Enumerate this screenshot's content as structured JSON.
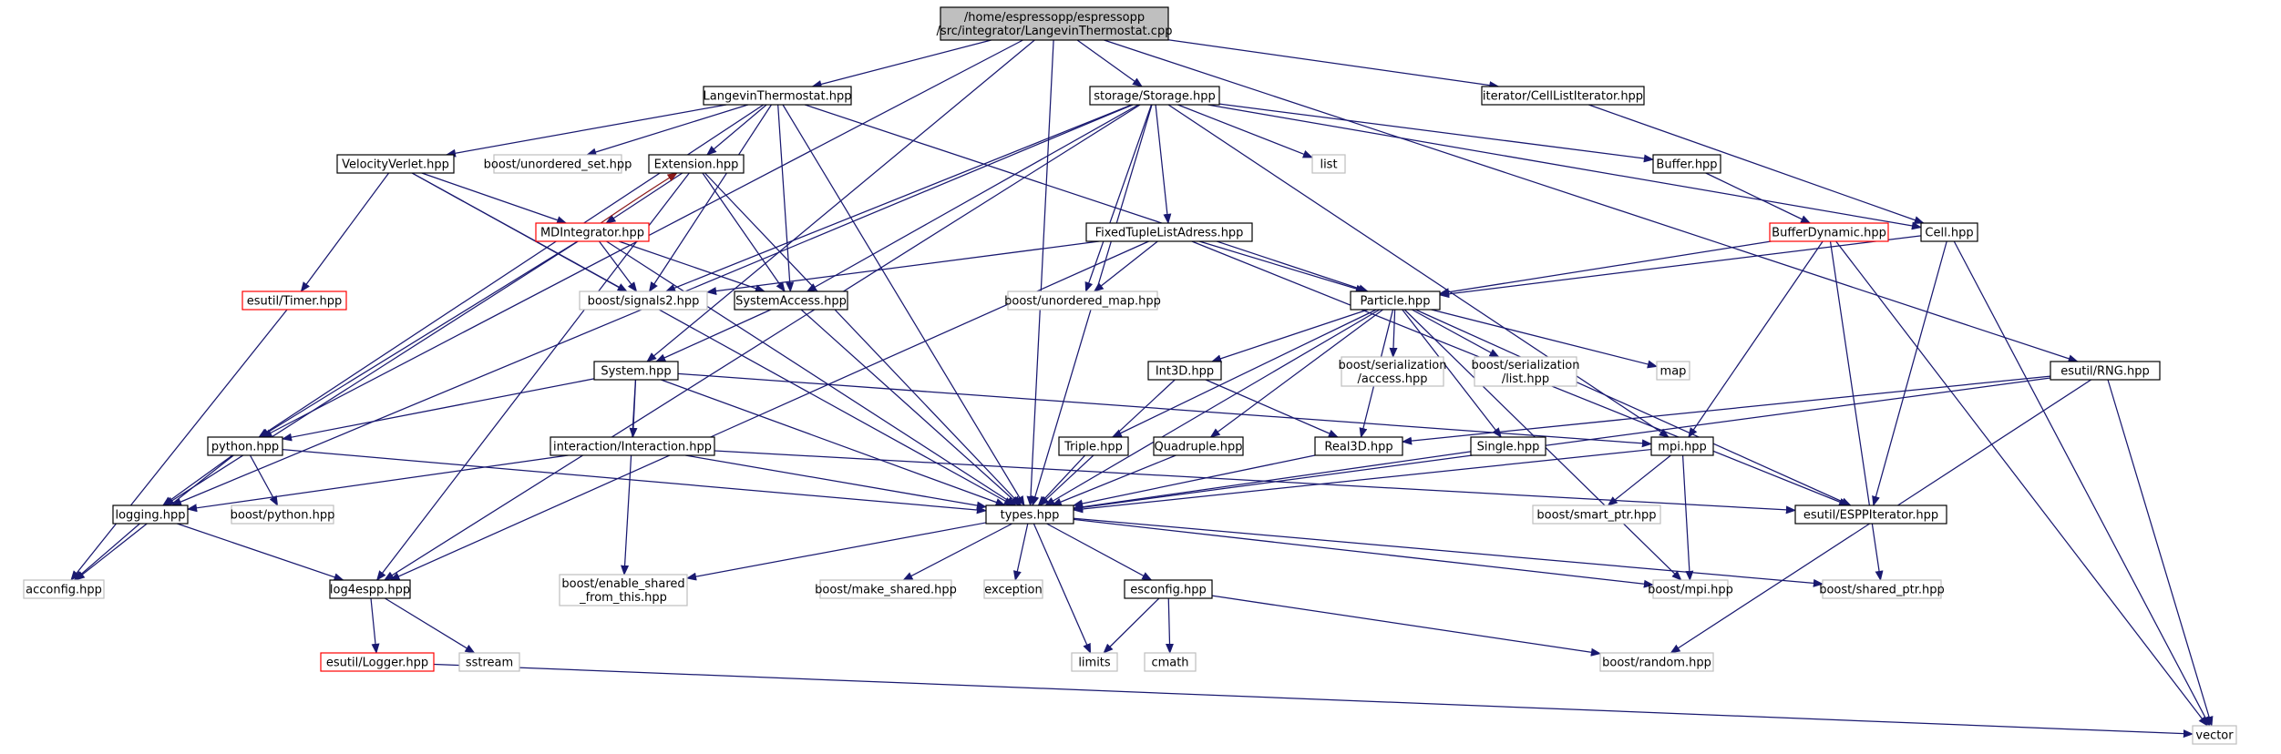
{
  "graph": {
    "root_file": "/home/espressopp/espressopp/src/integrator/LangevinThermostat.cpp",
    "colors": {
      "edge": "#191970",
      "edge_back": "#8b1a1a",
      "node_border_normal": "#000000",
      "node_border_truncated": "#ff0000",
      "node_border_external": "#bfbfbf",
      "root_fill": "#bfbfbf"
    },
    "nodes": {
      "root": {
        "lines": [
          "/home/espressopp/espressopp",
          "/src/integrator/LangevinThermostat.cpp"
        ],
        "kind": "root"
      },
      "lt": {
        "lines": [
          "LangevinThermostat.hpp"
        ],
        "kind": "normal"
      },
      "storage": {
        "lines": [
          "storage/Storage.hpp"
        ],
        "kind": "normal"
      },
      "clit": {
        "lines": [
          "iterator/CellListIterator.hpp"
        ],
        "kind": "normal"
      },
      "vv": {
        "lines": [
          "VelocityVerlet.hpp"
        ],
        "kind": "normal"
      },
      "bus": {
        "lines": [
          "boost/unordered_set.hpp"
        ],
        "kind": "external"
      },
      "ext": {
        "lines": [
          "Extension.hpp"
        ],
        "kind": "normal"
      },
      "list": {
        "lines": [
          "list"
        ],
        "kind": "external"
      },
      "buffer": {
        "lines": [
          "Buffer.hpp"
        ],
        "kind": "normal"
      },
      "md": {
        "lines": [
          "MDIntegrator.hpp"
        ],
        "kind": "truncated"
      },
      "ftla": {
        "lines": [
          "FixedTupleListAdress.hpp"
        ],
        "kind": "normal"
      },
      "bufdyn": {
        "lines": [
          "BufferDynamic.hpp"
        ],
        "kind": "truncated"
      },
      "cell": {
        "lines": [
          "Cell.hpp"
        ],
        "kind": "normal"
      },
      "timer": {
        "lines": [
          "esutil/Timer.hpp"
        ],
        "kind": "truncated"
      },
      "sig": {
        "lines": [
          "boost/signals2.hpp"
        ],
        "kind": "external"
      },
      "sa": {
        "lines": [
          "SystemAccess.hpp"
        ],
        "kind": "normal"
      },
      "bum": {
        "lines": [
          "boost/unordered_map.hpp"
        ],
        "kind": "external"
      },
      "particle": {
        "lines": [
          "Particle.hpp"
        ],
        "kind": "normal"
      },
      "system": {
        "lines": [
          "System.hpp"
        ],
        "kind": "normal"
      },
      "int3d": {
        "lines": [
          "Int3D.hpp"
        ],
        "kind": "normal"
      },
      "bsa": {
        "lines": [
          "boost/serialization",
          "/access.hpp"
        ],
        "kind": "external"
      },
      "bsl": {
        "lines": [
          "boost/serialization",
          "/list.hpp"
        ],
        "kind": "external"
      },
      "map": {
        "lines": [
          "map"
        ],
        "kind": "external"
      },
      "rng": {
        "lines": [
          "esutil/RNG.hpp"
        ],
        "kind": "normal"
      },
      "python": {
        "lines": [
          "python.hpp"
        ],
        "kind": "normal"
      },
      "interaction": {
        "lines": [
          "interaction/Interaction.hpp"
        ],
        "kind": "normal"
      },
      "triple": {
        "lines": [
          "Triple.hpp"
        ],
        "kind": "normal"
      },
      "quadruple": {
        "lines": [
          "Quadruple.hpp"
        ],
        "kind": "normal"
      },
      "real3d": {
        "lines": [
          "Real3D.hpp"
        ],
        "kind": "normal"
      },
      "single": {
        "lines": [
          "Single.hpp"
        ],
        "kind": "normal"
      },
      "mpi": {
        "lines": [
          "mpi.hpp"
        ],
        "kind": "normal"
      },
      "logging": {
        "lines": [
          "logging.hpp"
        ],
        "kind": "normal"
      },
      "bpy": {
        "lines": [
          "boost/python.hpp"
        ],
        "kind": "external"
      },
      "types": {
        "lines": [
          "types.hpp"
        ],
        "kind": "normal"
      },
      "bsmart": {
        "lines": [
          "boost/smart_ptr.hpp"
        ],
        "kind": "external"
      },
      "espp": {
        "lines": [
          "esutil/ESPPIterator.hpp"
        ],
        "kind": "normal"
      },
      "acconfig": {
        "lines": [
          "acconfig.hpp"
        ],
        "kind": "external"
      },
      "log4": {
        "lines": [
          "log4espp.hpp"
        ],
        "kind": "normal"
      },
      "besft": {
        "lines": [
          "boost/enable_shared",
          "_from_this.hpp"
        ],
        "kind": "external"
      },
      "bmake": {
        "lines": [
          "boost/make_shared.hpp"
        ],
        "kind": "external"
      },
      "exception": {
        "lines": [
          "exception"
        ],
        "kind": "external"
      },
      "esconfig": {
        "lines": [
          "esconfig.hpp"
        ],
        "kind": "normal"
      },
      "bmpi": {
        "lines": [
          "boost/mpi.hpp"
        ],
        "kind": "external"
      },
      "bshared": {
        "lines": [
          "boost/shared_ptr.hpp"
        ],
        "kind": "external"
      },
      "logger": {
        "lines": [
          "esutil/Logger.hpp"
        ],
        "kind": "truncated"
      },
      "sstream": {
        "lines": [
          "sstream"
        ],
        "kind": "external"
      },
      "limits": {
        "lines": [
          "limits"
        ],
        "kind": "external"
      },
      "cmath": {
        "lines": [
          "cmath"
        ],
        "kind": "external"
      },
      "brandom": {
        "lines": [
          "boost/random.hpp"
        ],
        "kind": "external"
      },
      "vector": {
        "lines": [
          "vector"
        ],
        "kind": "external"
      }
    },
    "edges": [
      [
        "root",
        "lt"
      ],
      [
        "root",
        "storage"
      ],
      [
        "root",
        "clit"
      ],
      [
        "root",
        "types"
      ],
      [
        "root",
        "system"
      ],
      [
        "root",
        "python"
      ],
      [
        "root",
        "rng"
      ],
      [
        "lt",
        "vv"
      ],
      [
        "lt",
        "bus"
      ],
      [
        "lt",
        "ext"
      ],
      [
        "lt",
        "sig"
      ],
      [
        "lt",
        "sa"
      ],
      [
        "lt",
        "types"
      ],
      [
        "lt",
        "particle"
      ],
      [
        "lt",
        "python"
      ],
      [
        "storage",
        "sig"
      ],
      [
        "storage",
        "sa"
      ],
      [
        "storage",
        "list"
      ],
      [
        "storage",
        "buffer"
      ],
      [
        "storage",
        "ftla"
      ],
      [
        "storage",
        "bum"
      ],
      [
        "storage",
        "cell"
      ],
      [
        "storage",
        "types"
      ],
      [
        "storage",
        "mpi"
      ],
      [
        "storage",
        "log4"
      ],
      [
        "storage",
        "logging"
      ],
      [
        "clit",
        "cell"
      ],
      [
        "vv",
        "md"
      ],
      [
        "vv",
        "timer"
      ],
      [
        "vv",
        "sig"
      ],
      [
        "vv",
        "types"
      ],
      [
        "ext",
        "md"
      ],
      [
        "ext",
        "sa"
      ],
      [
        "ext",
        "types"
      ],
      [
        "ext",
        "log4"
      ],
      [
        "md",
        "ext"
      ],
      [
        "md",
        "sig"
      ],
      [
        "md",
        "sa"
      ],
      [
        "md",
        "types"
      ],
      [
        "md",
        "python"
      ],
      [
        "md",
        "logging"
      ],
      [
        "buffer",
        "bufdyn"
      ],
      [
        "bufdyn",
        "particle"
      ],
      [
        "bufdyn",
        "mpi"
      ],
      [
        "bufdyn",
        "bshared"
      ],
      [
        "bufdyn",
        "vector"
      ],
      [
        "cell",
        "particle"
      ],
      [
        "cell",
        "espp"
      ],
      [
        "cell",
        "vector"
      ],
      [
        "ftla",
        "sig"
      ],
      [
        "ftla",
        "bum"
      ],
      [
        "ftla",
        "particle"
      ],
      [
        "ftla",
        "espp"
      ],
      [
        "ftla",
        "log4"
      ],
      [
        "timer",
        "acconfig"
      ],
      [
        "sa",
        "system"
      ],
      [
        "sa",
        "types"
      ],
      [
        "particle",
        "int3d"
      ],
      [
        "particle",
        "bsa"
      ],
      [
        "particle",
        "bsl"
      ],
      [
        "particle",
        "map"
      ],
      [
        "particle",
        "triple"
      ],
      [
        "particle",
        "quadruple"
      ],
      [
        "particle",
        "real3d"
      ],
      [
        "particle",
        "single"
      ],
      [
        "particle",
        "types"
      ],
      [
        "particle",
        "espp"
      ],
      [
        "particle",
        "bmpi"
      ],
      [
        "system",
        "python"
      ],
      [
        "system",
        "interaction"
      ],
      [
        "system",
        "types"
      ],
      [
        "system",
        "mpi"
      ],
      [
        "system",
        "besft"
      ],
      [
        "int3d",
        "real3d"
      ],
      [
        "int3d",
        "types"
      ],
      [
        "rng",
        "real3d"
      ],
      [
        "rng",
        "types"
      ],
      [
        "rng",
        "brandom"
      ],
      [
        "rng",
        "vector"
      ],
      [
        "python",
        "logging"
      ],
      [
        "python",
        "bpy"
      ],
      [
        "python",
        "acconfig"
      ],
      [
        "python",
        "types"
      ],
      [
        "interaction",
        "logging"
      ],
      [
        "interaction",
        "types"
      ],
      [
        "interaction",
        "espp"
      ],
      [
        "triple",
        "types"
      ],
      [
        "quadruple",
        "types"
      ],
      [
        "real3d",
        "types"
      ],
      [
        "single",
        "types"
      ],
      [
        "mpi",
        "bsmart"
      ],
      [
        "mpi",
        "bmpi"
      ],
      [
        "mpi",
        "types"
      ],
      [
        "logging",
        "acconfig"
      ],
      [
        "logging",
        "log4"
      ],
      [
        "types",
        "besft"
      ],
      [
        "types",
        "bmake"
      ],
      [
        "types",
        "exception"
      ],
      [
        "types",
        "esconfig"
      ],
      [
        "types",
        "limits"
      ],
      [
        "types",
        "bmpi"
      ],
      [
        "types",
        "bshared"
      ],
      [
        "esconfig",
        "limits"
      ],
      [
        "esconfig",
        "cmath"
      ],
      [
        "esconfig",
        "brandom"
      ],
      [
        "log4",
        "logger"
      ],
      [
        "log4",
        "sstream"
      ],
      [
        "logger",
        "vector"
      ]
    ]
  }
}
